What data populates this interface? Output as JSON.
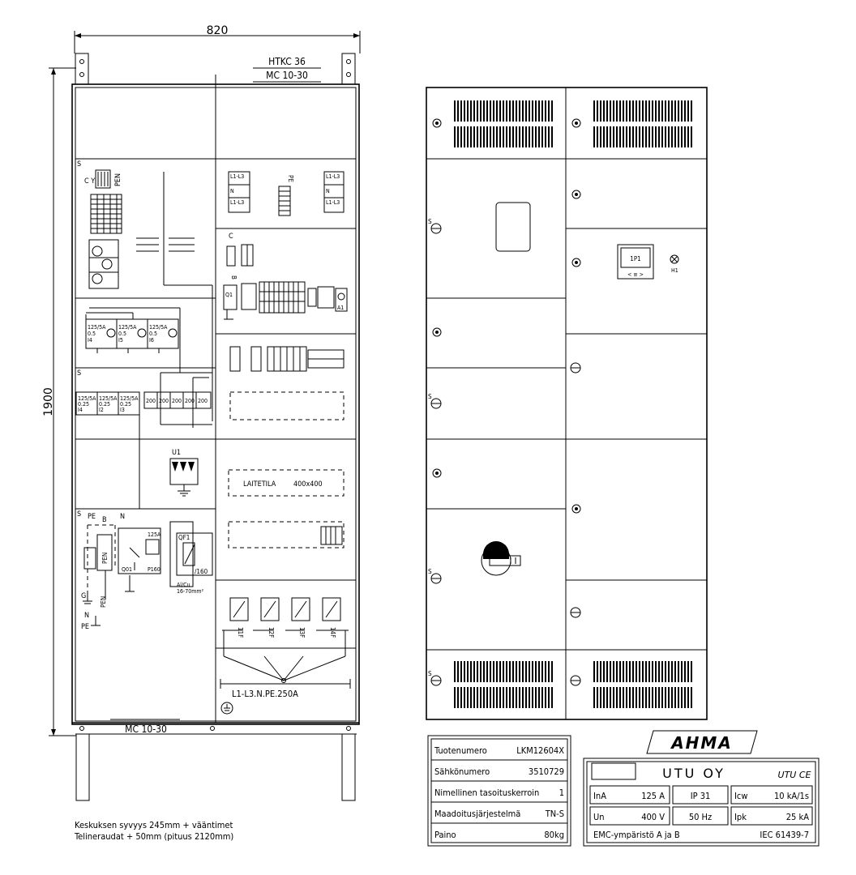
{
  "left_view": {
    "width_dim": "820",
    "height_dim": "1900",
    "top_labels": [
      "HTKC 36",
      "MC 10-30"
    ],
    "bottom_label": "MC 10-30",
    "section_mark": "S",
    "labels": {
      "cy": "C Y",
      "pen": "PEN",
      "pe": "PE",
      "l1l3": "L1-L3",
      "n": "N",
      "c": "C",
      "b": "B",
      "q1": "Q1",
      "a1": "A1",
      "u1": "U1",
      "laitetila": "LAITETILA",
      "laitetila_size": "400x400",
      "rating_125a": "125A",
      "p160": "P160",
      "q01": "Q01",
      "qf1": "QF1",
      "size_160": "/160",
      "alcu": "Al/Cu",
      "alcu_range": "16-70mm²",
      "g": "G",
      "busbar": "L1-L3.N.PE.250A"
    },
    "fuse_units": [
      {
        "rating": "125/5A",
        "setting": "0.5",
        "id": "I4"
      },
      {
        "rating": "125/5A",
        "setting": "0.5",
        "id": "I5"
      },
      {
        "rating": "125/5A",
        "setting": "0.5",
        "id": "I6"
      }
    ],
    "fuse_units_2": [
      {
        "rating": "125/5A",
        "setting": "0.25",
        "id": "I4"
      },
      {
        "rating": "125/5A",
        "setting": "0.25",
        "id": "I2"
      },
      {
        "rating": "125/5A",
        "setting": "0.25",
        "id": "I3"
      }
    ],
    "breaker_block": [
      "200",
      "200",
      "200",
      "200",
      "200"
    ],
    "outgoing": [
      "11F",
      "12F",
      "13F",
      "14F"
    ]
  },
  "front_view": {
    "module_label": "1P1",
    "lamp_label": "H1",
    "lock_mark": "S"
  },
  "notes": [
    "Keskuksen syvyys 245mm + vääntimet",
    "Telineraudat + 50mm (pituus 2120mm)"
  ],
  "info_table": [
    {
      "label": "Tuotenumero",
      "value": "LKM12604X"
    },
    {
      "label": "Sähkönumero",
      "value": "3510729"
    },
    {
      "label": "Nimellinen tasoituskerroin",
      "value": "1"
    },
    {
      "label": "Maadoitusjärjestelmä",
      "value": "TN-S"
    },
    {
      "label": "Paino",
      "value": "80kg"
    }
  ],
  "nameplate": {
    "brand": "AHMA",
    "company": "UTU OY",
    "certs": "UTU CE",
    "ina_label": "InA",
    "ina_value": "125 A",
    "ip": "IP 31",
    "icw_label": "Icw",
    "icw_value": "10 kA/1s",
    "un_label": "Un",
    "un_value": "400 V",
    "hz": "50 Hz",
    "ipk_label": "Ipk",
    "ipk_value": "25 kA",
    "emc": "EMC-ympäristö  A ja B",
    "iec": "IEC 61439-7"
  }
}
